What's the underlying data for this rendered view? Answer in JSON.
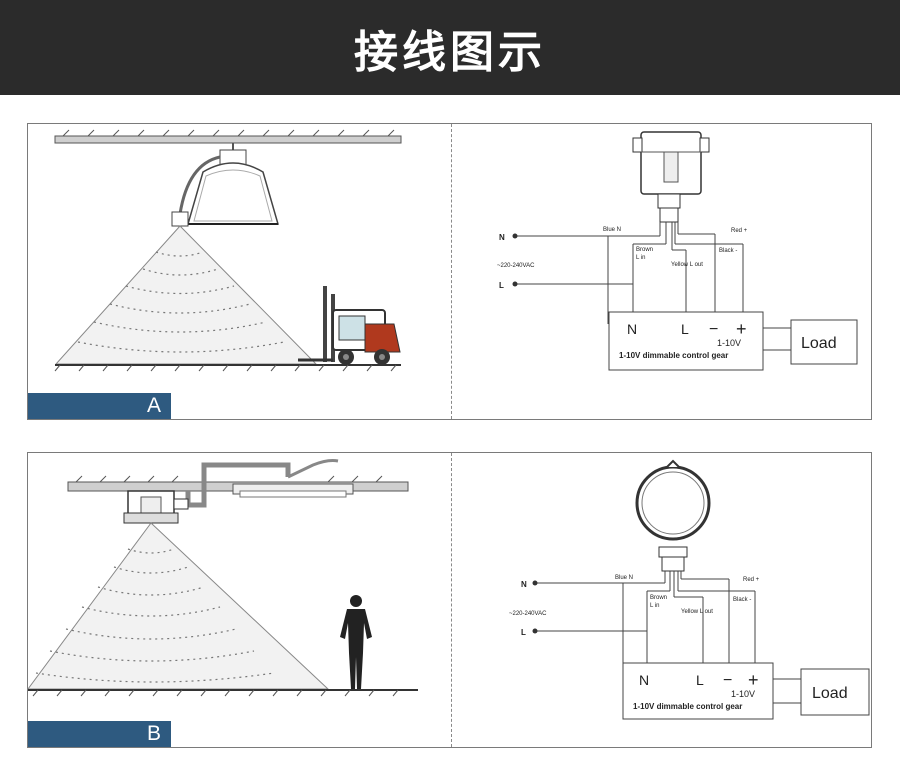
{
  "header": {
    "title": "接线图示"
  },
  "panels": [
    {
      "tag": "A",
      "wiring": {
        "neutral": "N",
        "line": "L",
        "voltage": "~220-240VAC",
        "wire_blue": "Blue N",
        "wire_brown": "Brown",
        "wire_brown_sub": "L in",
        "wire_yellow": "Yellow L out",
        "wire_red": "Red +",
        "wire_black": "Black -",
        "terminal_n": "N",
        "terminal_l": "L",
        "terminal_minus": "−",
        "terminal_plus": "+",
        "dim_label": "1-10V",
        "gear_label": "1-10V dimmable control gear",
        "load": "Load"
      }
    },
    {
      "tag": "B",
      "wiring": {
        "neutral": "N",
        "line": "L",
        "voltage": "~220-240VAC",
        "wire_blue": "Blue N",
        "wire_brown": "Brown",
        "wire_brown_sub": "L in",
        "wire_yellow": "Yellow L out",
        "wire_red": "Red +",
        "wire_black": "Black -",
        "terminal_n": "N",
        "terminal_l": "L",
        "terminal_minus": "−",
        "terminal_plus": "+",
        "dim_label": "1-10V",
        "gear_label": "1-10V dimmable control gear",
        "load": "Load"
      }
    }
  ],
  "colors": {
    "header_bg": "#2b2b2b",
    "tag_bg": "#2e5a80",
    "line": "#444444"
  },
  "icons": [
    "high-bay-lamp-icon",
    "forklift-icon",
    "sensor-icon",
    "person-icon",
    "round-sensor-icon",
    "panel-light-icon"
  ]
}
